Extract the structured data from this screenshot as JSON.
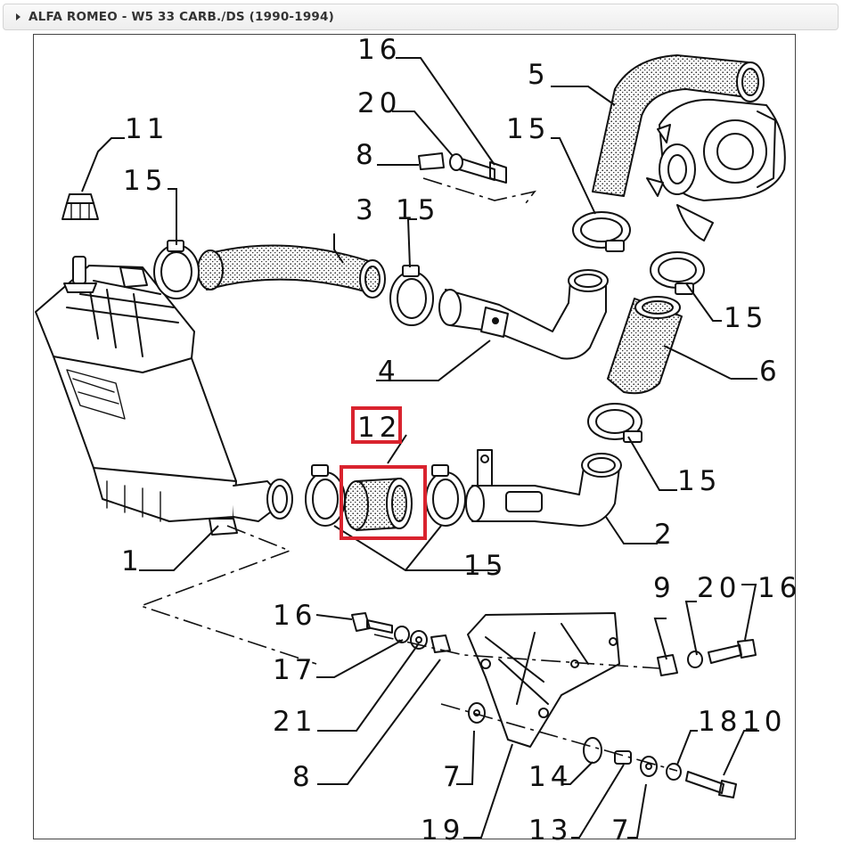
{
  "header": {
    "title": "ALFA ROMEO - W5 33 CARB./DS (1990-1994)",
    "expand_icon": "caret-right-icon"
  },
  "diagram": {
    "highlight_color": "#d9232e",
    "callouts": [
      {
        "id": "c1",
        "label": "1"
      },
      {
        "id": "c2",
        "label": "2"
      },
      {
        "id": "c3",
        "label": "3"
      },
      {
        "id": "c4",
        "label": "4"
      },
      {
        "id": "c5",
        "label": "5"
      },
      {
        "id": "c6",
        "label": "6"
      },
      {
        "id": "c7a",
        "label": "7"
      },
      {
        "id": "c7b",
        "label": "7"
      },
      {
        "id": "c8a",
        "label": "8"
      },
      {
        "id": "c8b",
        "label": "8"
      },
      {
        "id": "c9",
        "label": "9"
      },
      {
        "id": "c10",
        "label": "10"
      },
      {
        "id": "c11",
        "label": "11"
      },
      {
        "id": "c12",
        "label": "12"
      },
      {
        "id": "c13",
        "label": "13"
      },
      {
        "id": "c14",
        "label": "14"
      },
      {
        "id": "c15a",
        "label": "15"
      },
      {
        "id": "c15b",
        "label": "15"
      },
      {
        "id": "c15c",
        "label": "15"
      },
      {
        "id": "c15d",
        "label": "15"
      },
      {
        "id": "c15e",
        "label": "15"
      },
      {
        "id": "c15f",
        "label": "15"
      },
      {
        "id": "c16a",
        "label": "16"
      },
      {
        "id": "c16b",
        "label": "16"
      },
      {
        "id": "c16c",
        "label": "16"
      },
      {
        "id": "c17",
        "label": "17"
      },
      {
        "id": "c18",
        "label": "18"
      },
      {
        "id": "c19",
        "label": "19"
      },
      {
        "id": "c20a",
        "label": "20"
      },
      {
        "id": "c20b",
        "label": "20"
      },
      {
        "id": "c21",
        "label": "21"
      }
    ]
  }
}
